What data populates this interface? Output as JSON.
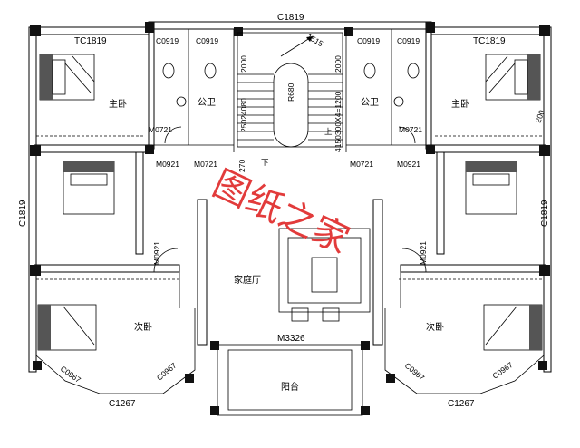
{
  "colors": {
    "wall": "#000000",
    "watermark": "#e23b3b",
    "background": "#ffffff"
  },
  "rooms": {
    "master_left": "主卧",
    "master_right": "主卧",
    "bath_left": "公卫",
    "bath_right": "公卫",
    "family_hall": "家庭厅",
    "second_left": "次卧",
    "second_right": "次卧",
    "balcony": "阳台"
  },
  "window_labels": {
    "top_center": "C1819",
    "tc_left": "TC1819",
    "tc_right": "TC1819",
    "c0919_a": "C0919",
    "c0919_b": "C0919",
    "c0919_c": "C0919",
    "c0919_d": "C0919",
    "side_left": "C1819",
    "side_right": "C1819",
    "c0967_a": "C0967",
    "c0967_b": "C0967",
    "c0967_c": "C0967",
    "c0967_d": "C0967",
    "c1267_left": "C1267",
    "c1267_right": "C1267"
  },
  "door_labels": {
    "m0721_a": "M0721",
    "m0721_b": "M0721",
    "m0721_c": "M0721",
    "m0721_d": "M0721",
    "m0921_a": "M0921",
    "m0921_b": "M0921",
    "m0921_left": "M0921",
    "m0921_right": "M0921",
    "m3326": "M3326"
  },
  "stair": {
    "radius": "R680",
    "dim_top": "1515",
    "dim_left_1": "2000",
    "dim_left_2": "25024080",
    "dim_right_1": "2000",
    "dim_right_2": "4150300X4=1200",
    "dim_small": "270",
    "up_label": "上",
    "down_label": "下"
  },
  "misc": {
    "dim_200": "200"
  },
  "watermark": "图纸之家"
}
